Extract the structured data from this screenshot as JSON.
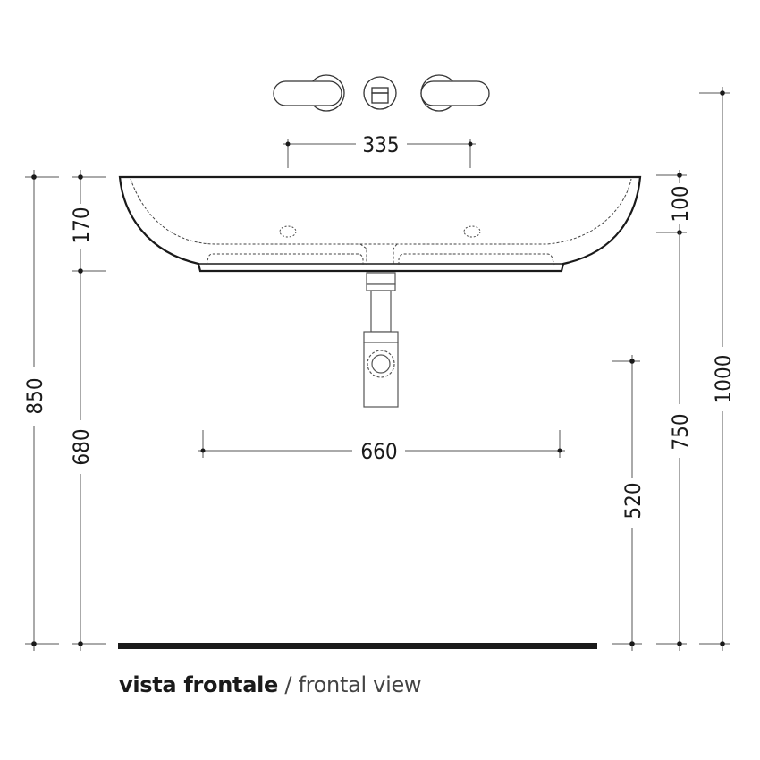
{
  "drawing": {
    "view_type": "frontal",
    "units": "mm",
    "stroke_color": "#1a1a1a",
    "dim_line_color": "#555555",
    "floor_color": "#1a1a1a"
  },
  "dimensions": {
    "tap_spacing": "335",
    "basin_width": "660",
    "basin_height": "170",
    "rim_to_tap_top": "100",
    "floor_to_rim": "850",
    "floor_to_basin_bottom": "680",
    "floor_to_tap_outlet": "750",
    "floor_to_tap_top": "1000",
    "floor_to_trap": "520"
  },
  "caption": {
    "primary": "vista frontale",
    "separator": " / ",
    "secondary": "frontal view"
  }
}
